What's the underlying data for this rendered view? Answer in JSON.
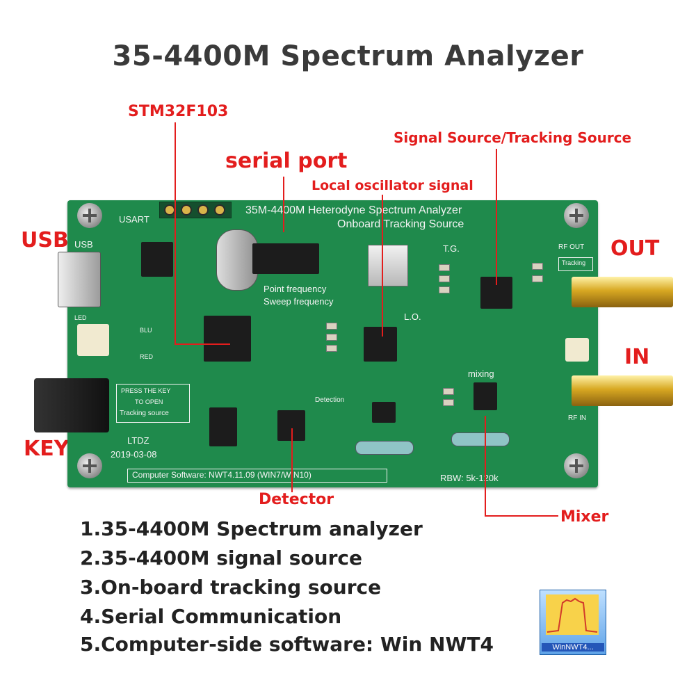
{
  "title": "35-4400M  Spectrum Analyzer",
  "labels": {
    "stm32": "STM32F103",
    "serial_port": "serial port",
    "signal_source": "Signal Source/Tracking Source",
    "local_osc": "Local oscillator signal",
    "usb": "USB",
    "out": "OUT",
    "in": "IN",
    "key": "KEY",
    "detector": "Detector",
    "mixer": "Mixer"
  },
  "board": {
    "heading1": "35M-4400M Heterodyne Spectrum Analyzer",
    "heading2": "Onboard Tracking Source",
    "usart": "USART",
    "usb": "USB",
    "point_freq": "Point frequency",
    "sweep_freq": "Sweep frequency",
    "tg": "T.G.",
    "lo": "L.O.",
    "rf_out": "RF OUT",
    "tracking": "Tracking",
    "rf_in": "RF IN",
    "mixing": "mixing",
    "press_key_1": "PRESS THE KEY",
    "press_key_2": "TO OPEN",
    "press_key_3": "Tracking source",
    "brand": "LTDZ",
    "date": "2019-03-08",
    "detection": "Detection",
    "software": "Computer Software: NWT4.11.09 (WIN7/WIN10)",
    "rbw": "RBW: 5k-120k",
    "blu": "BLU",
    "red": "RED",
    "led": "LED"
  },
  "features": [
    "1.35-4400M Spectrum analyzer",
    "2.35-4400M signal source",
    "3.On-board tracking source",
    "4.Serial Communication",
    "5.Computer-side software: Win NWT4"
  ],
  "icon_label": "WinNWT4...",
  "colors": {
    "annotation": "#e31d1d",
    "pcb": "#1f8a4c",
    "title": "#3a3a3a"
  }
}
